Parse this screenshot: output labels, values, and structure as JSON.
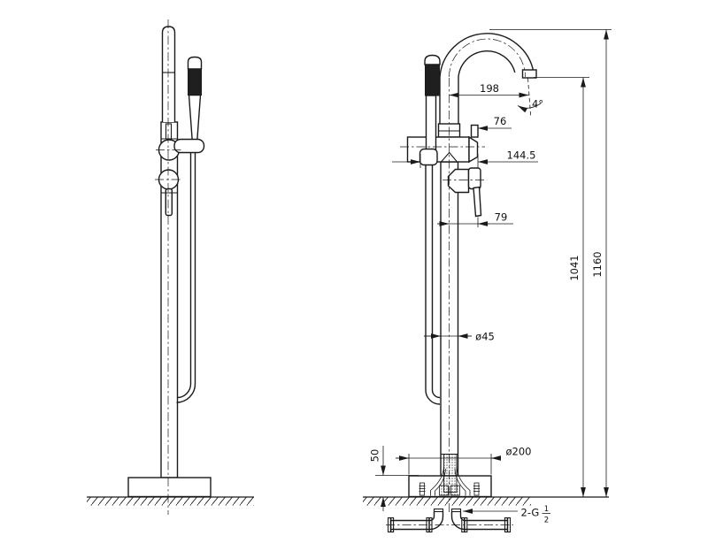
{
  "drawing": {
    "background": "#ffffff",
    "ink": "#1a1a1a",
    "dimensions": {
      "spout_reach": "198",
      "spout_angle": "4°",
      "top_port_offset": "76",
      "body_width": "144.5",
      "lever_offset": "79",
      "outlet_height": "1041",
      "overall_height": "1160",
      "column_diameter": "ø45",
      "base_diameter": "ø200",
      "base_height": "50",
      "inlet_thread_prefix": "2-G",
      "inlet_thread_numerator": "1",
      "inlet_thread_denominator": "2"
    }
  }
}
